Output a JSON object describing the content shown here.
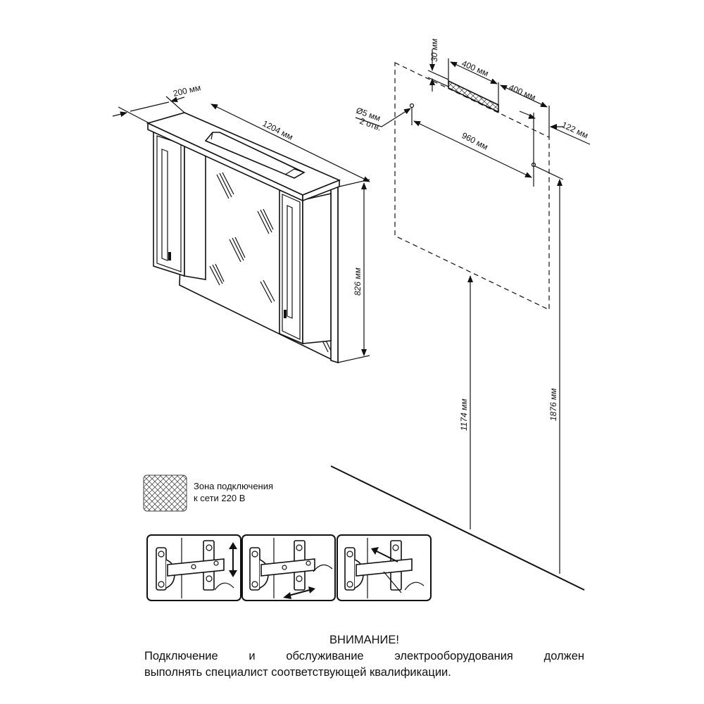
{
  "dimensions": {
    "depth": "200 мм",
    "width": "1204 мм",
    "height": "826 мм",
    "zone_offset_top": "30 мм",
    "zone_width": "400 мм",
    "zone_to_edge": "400 мм",
    "hole_diameter": "Ø5 мм",
    "hole_count": "2 отв.",
    "hole_spacing": "960 мм",
    "hole_to_edge": "122 мм",
    "bottom_height": "1174 мм",
    "hole_height": "1876 мм"
  },
  "legend": {
    "line1": "Зона подключения",
    "line2": "к сети 220 В"
  },
  "warning": {
    "title": "ВНИМАНИЕ!",
    "line1": "Подключение и обслуживание электрооборудования должен",
    "line2": "выполнять специалист соответствующей квалификации."
  }
}
